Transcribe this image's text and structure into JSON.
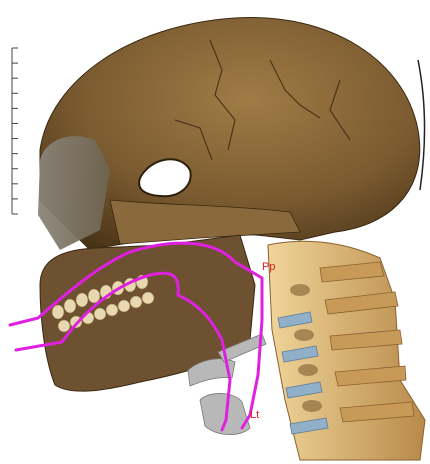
{
  "annotations": {
    "pp_label": "Pp",
    "lower_label": "Lt"
  },
  "colors": {
    "background": "#ffffff",
    "trace": "#e020e0",
    "label": "#e02020",
    "skull": "#7a5a30",
    "spine": "#d8b070",
    "disc": "#8fb0c8"
  },
  "image": {
    "scale_ruler_ticks": 12
  }
}
